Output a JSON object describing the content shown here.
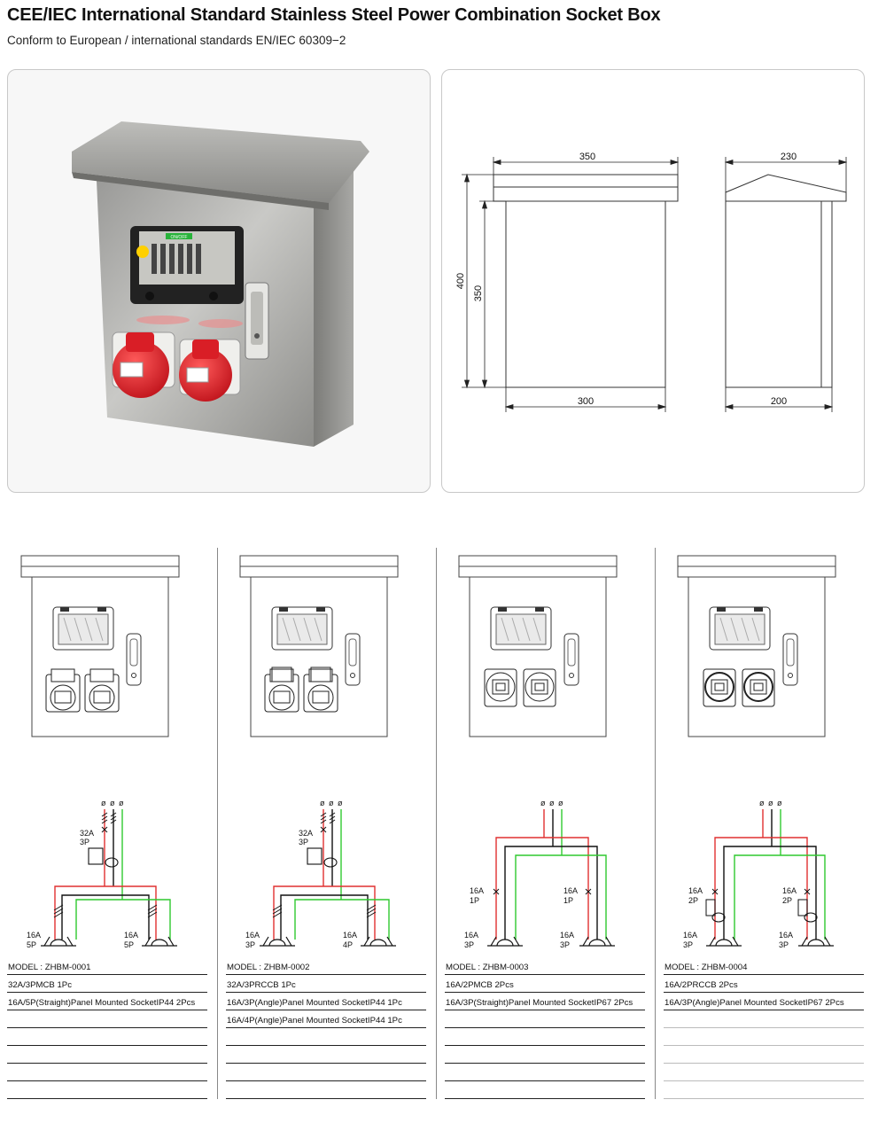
{
  "header": {
    "title": "CEE/IEC International Standard Stainless Steel Power Combination Socket Box",
    "subtitle": "Conform to European / international standards EN/IEC 60309−2"
  },
  "photo": {
    "breaker_label": "ON/OFF"
  },
  "dimensions": {
    "front_top_width": "350",
    "front_bottom_width": "300",
    "total_height": "400",
    "body_height": "350",
    "side_top_width": "230",
    "side_bottom_width": "200"
  },
  "colors": {
    "live": "#e03030",
    "earth": "#2fc92f",
    "neutral": "#111111",
    "socket_red": "#e8242c"
  },
  "models": [
    {
      "model": "MODEL : ZHBM-0001",
      "breaker_label": [
        "32A",
        "3P"
      ],
      "socket_left": [
        "16A",
        "5P"
      ],
      "socket_right": [
        "16A",
        "5P"
      ],
      "lines": [
        "32A/3PMCB    1Pc",
        "16A/5P(Straight)Panel Mounted SocketIP44  2Pcs"
      ]
    },
    {
      "model": "MODEL : ZHBM-0002",
      "breaker_label": [
        "32A",
        "3P"
      ],
      "socket_left": [
        "16A",
        "3P"
      ],
      "socket_right": [
        "16A",
        "4P"
      ],
      "lines": [
        "32A/3PRCCB    1Pc",
        "16A/3P(Angle)Panel Mounted SocketIP44  1Pc",
        "16A/4P(Angle)Panel Mounted SocketIP44  1Pc"
      ]
    },
    {
      "model": "MODEL : ZHBM-0003",
      "breaker_left": [
        "16A",
        "1P"
      ],
      "breaker_right": [
        "16A",
        "1P"
      ],
      "socket_left": [
        "16A",
        "3P"
      ],
      "socket_right": [
        "16A",
        "3P"
      ],
      "lines": [
        "16A/2PMCB    2Pcs",
        "16A/3P(Straight)Panel Mounted SocketIP67  2Pcs"
      ]
    },
    {
      "model": "MODEL : ZHBM-0004",
      "breaker_left": [
        "16A",
        "2P"
      ],
      "breaker_right": [
        "16A",
        "2P"
      ],
      "socket_left": [
        "16A",
        "3P"
      ],
      "socket_right": [
        "16A",
        "3P"
      ],
      "lines": [
        "16A/2PRCCB    2Pcs",
        "16A/3P(Angle)Panel Mounted SocketIP67  2Pcs"
      ]
    }
  ],
  "phase_symbol": "ø"
}
